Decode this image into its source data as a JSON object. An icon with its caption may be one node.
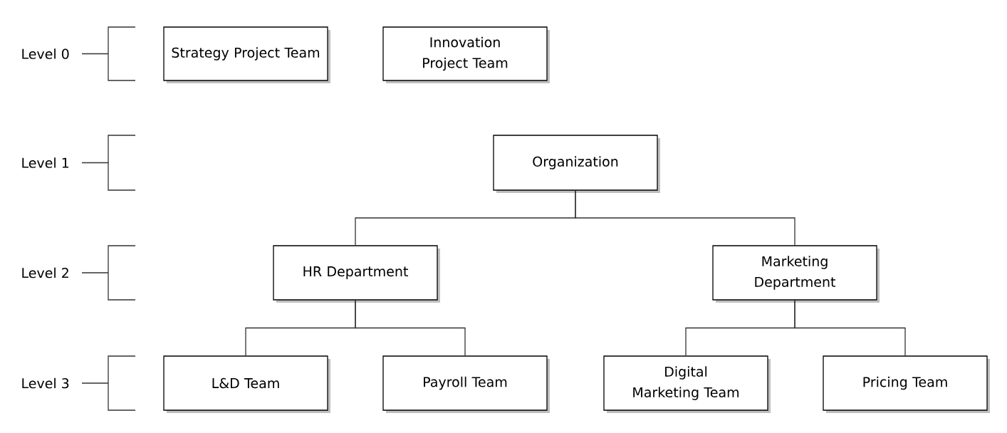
{
  "diagram": {
    "nodes": [
      {
        "text": [
          "Strategy Project Team"
        ]
      },
      {
        "text": [
          "Innovation Project Team"
        ]
      },
      {
        "text": [
          "Organization"
        ]
      },
      {
        "text": [
          "HR Department"
        ]
      },
      {
        "text": [
          "Marketing Department"
        ]
      },
      {
        "text": [
          "L&D Team"
        ]
      },
      {
        "text": [
          "Payroll Team"
        ]
      },
      {
        "text": [
          "Digital Marketing Team"
        ]
      },
      {
        "text": [
          "Pricing Team"
        ]
      }
    ],
    "edges": [
      {
        "from": 2,
        "to": 3,
        "arrow": "none"
      },
      {
        "from": 2,
        "to": 4,
        "arrow": "none"
      },
      {
        "from": 3,
        "to": 5,
        "arrow": "none"
      },
      {
        "from": 3,
        "to": 6,
        "arrow": "none"
      },
      {
        "from": 4,
        "to": 7,
        "arrow": "none"
      },
      {
        "from": 4,
        "to": 8,
        "arrow": "none"
      }
    ],
    "labels": [
      "Level 0",
      "Level 1",
      "Level 2",
      "Level 3"
    ]
  }
}
